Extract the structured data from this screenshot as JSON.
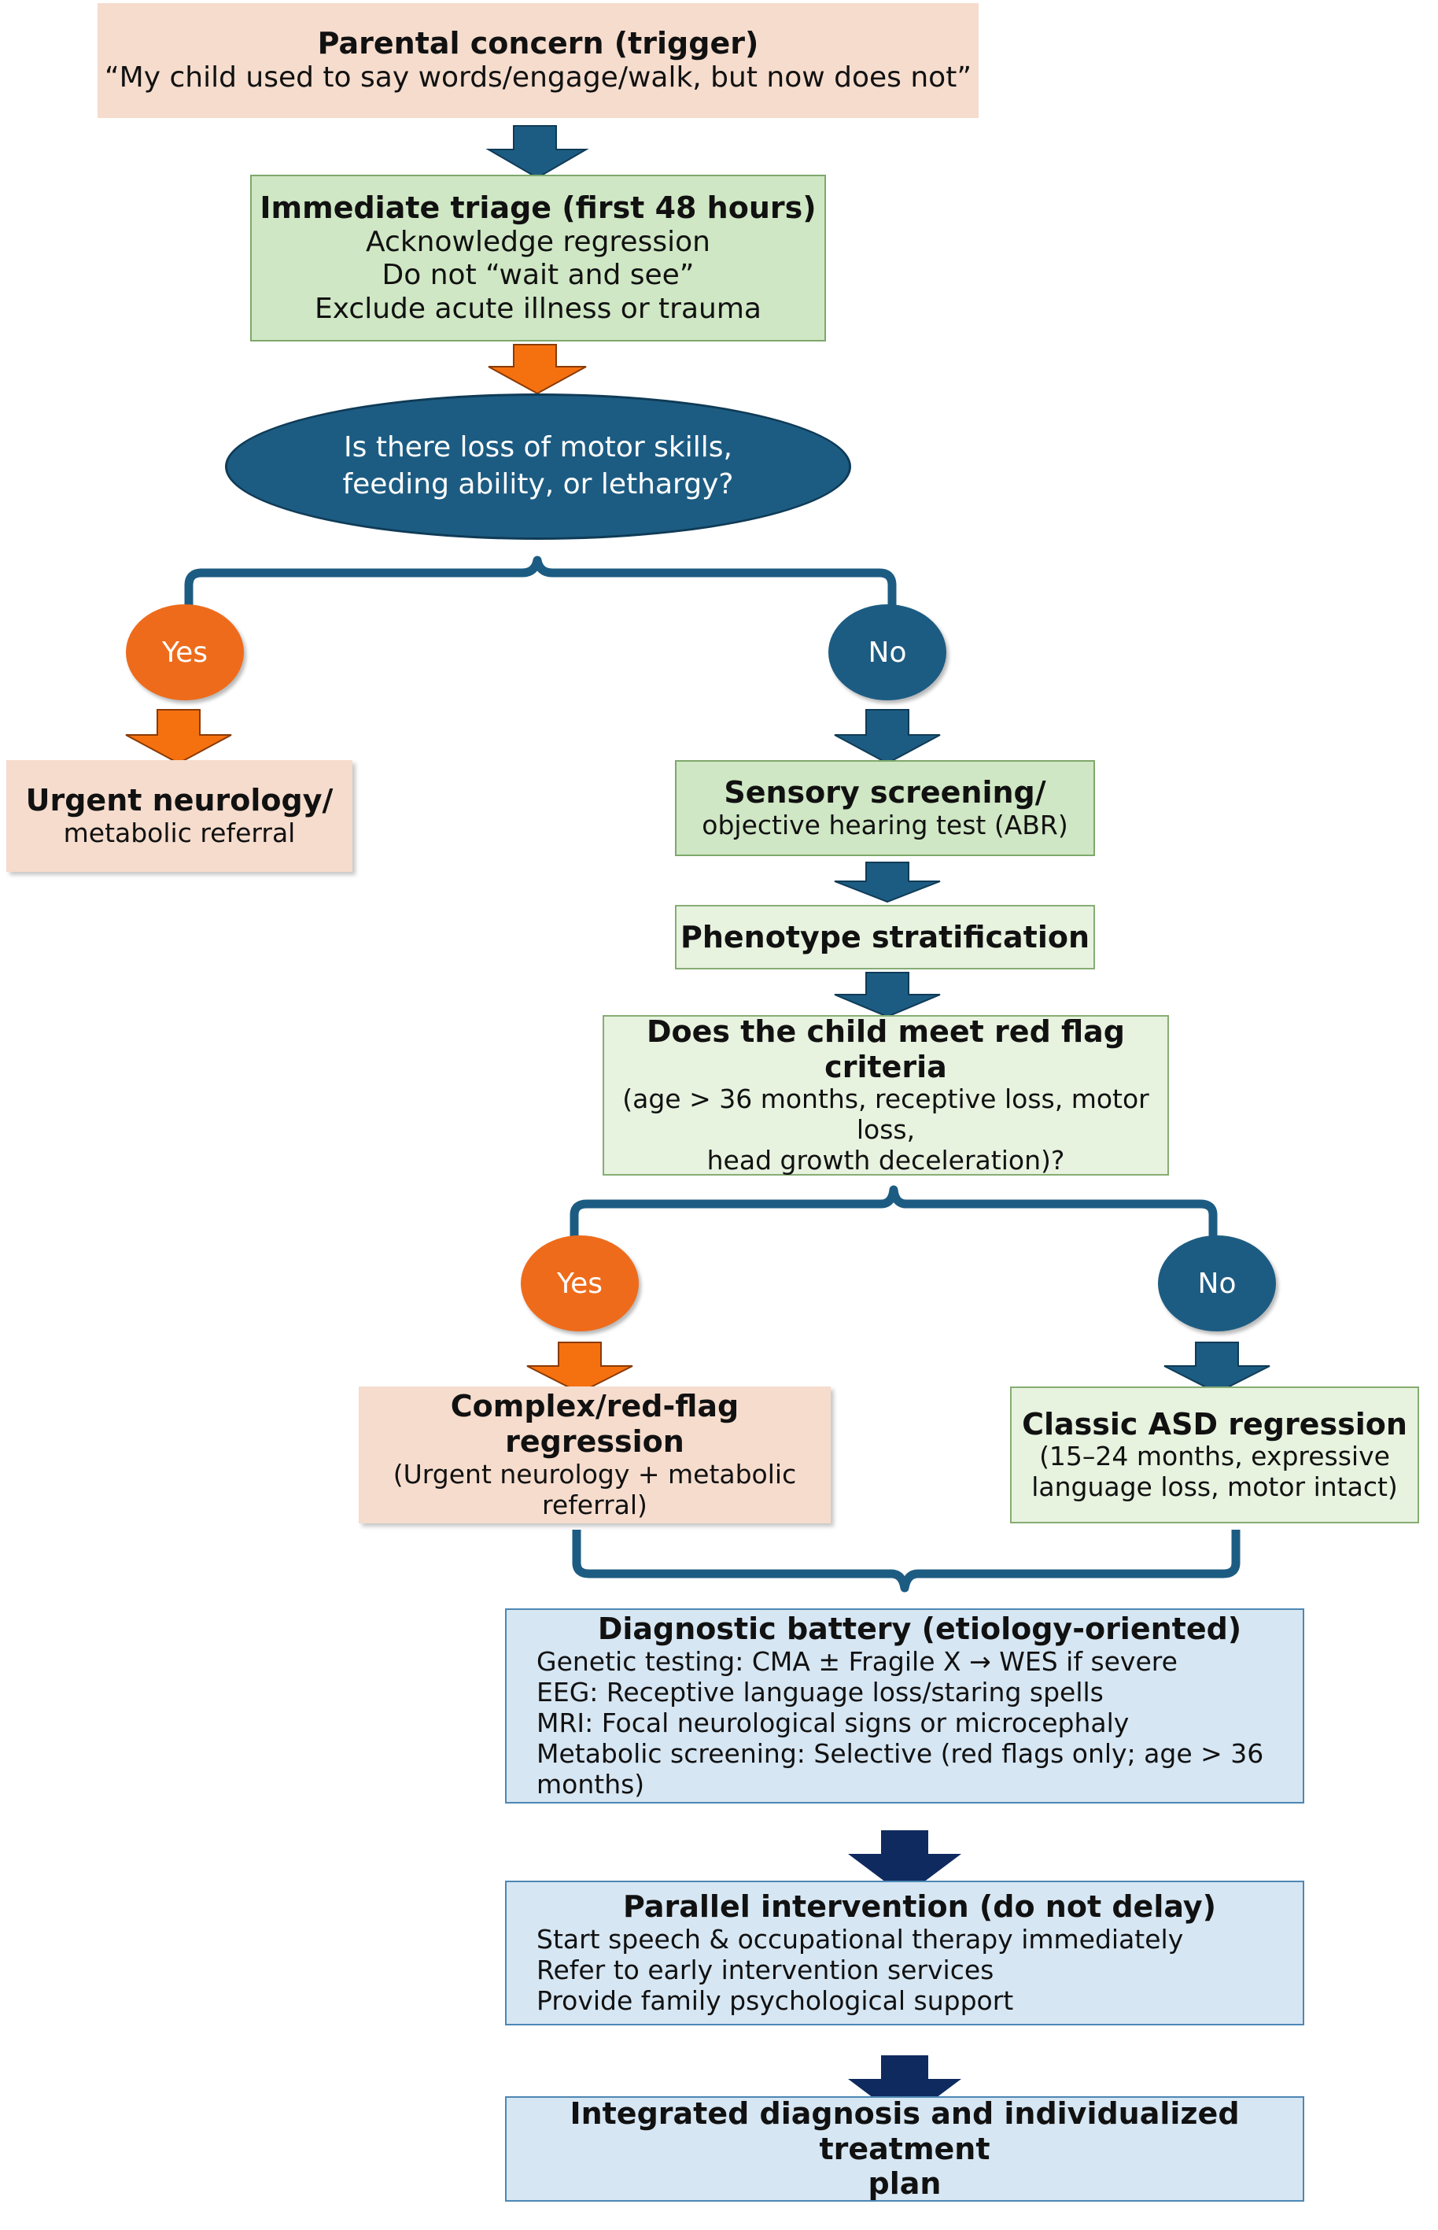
{
  "trigger": {
    "title": "Parental concern (trigger)",
    "quote": "“My child used to say words/engage/walk, but now does not”"
  },
  "triage": {
    "title": "Immediate triage (first 48 hours)",
    "lines": [
      "Acknowledge regression",
      "Do not “wait and see”",
      "Exclude acute illness or trauma"
    ]
  },
  "decision1": {
    "lines": [
      "Is there loss of motor skills,",
      "feeding ability, or lethargy?"
    ],
    "yes_label": "Yes",
    "no_label": "No"
  },
  "urgent": {
    "title": "Urgent neurology/",
    "sub": "metabolic referral"
  },
  "sensory": {
    "title": "Sensory screening/",
    "sub": "objective hearing test (ABR)"
  },
  "phenotype": {
    "title": "Phenotype stratification"
  },
  "decision2": {
    "title_lines": [
      "Does the child meet red flag",
      "criteria"
    ],
    "sub_lines": [
      "(age > 36 months, receptive loss, motor loss,",
      "head growth deceleration)?"
    ],
    "yes_label": "Yes",
    "no_label": "No"
  },
  "complex": {
    "title": "Complex/red-flag regression",
    "sub_lines": [
      "(Urgent neurology + metabolic",
      "referral)"
    ]
  },
  "classic": {
    "title": "Classic ASD regression",
    "sub_lines": [
      "(15–24 months, expressive",
      "language loss, motor intact)"
    ]
  },
  "battery": {
    "title": "Diagnostic battery (etiology-oriented)",
    "lines": [
      "Genetic testing: CMA ± Fragile X → WES if severe",
      "EEG: Receptive language loss/staring spells",
      "MRI: Focal neurological signs or microcephaly",
      "Metabolic screening: Selective (red flags only; age > 36 months)"
    ]
  },
  "intervention": {
    "title": "Parallel intervention (do not delay)",
    "lines": [
      "Start speech & occupational therapy immediately",
      "Refer to early intervention services",
      "Provide family psychological support"
    ]
  },
  "final": {
    "title_lines": [
      "Integrated diagnosis and individualized treatment",
      "plan"
    ]
  },
  "colors": {
    "orange_arrow": "#f5710f",
    "navy_arrow": "#1d5c82",
    "dark_navy_arrow": "#0f2a5e",
    "bracket": "#1d5c82",
    "oval_fill": "#1d5c82",
    "peach_box": "#f5dccd",
    "green_box": "#cfe7c4",
    "light_green_box": "#e7f2df",
    "blue_box": "#d6e6f3"
  }
}
